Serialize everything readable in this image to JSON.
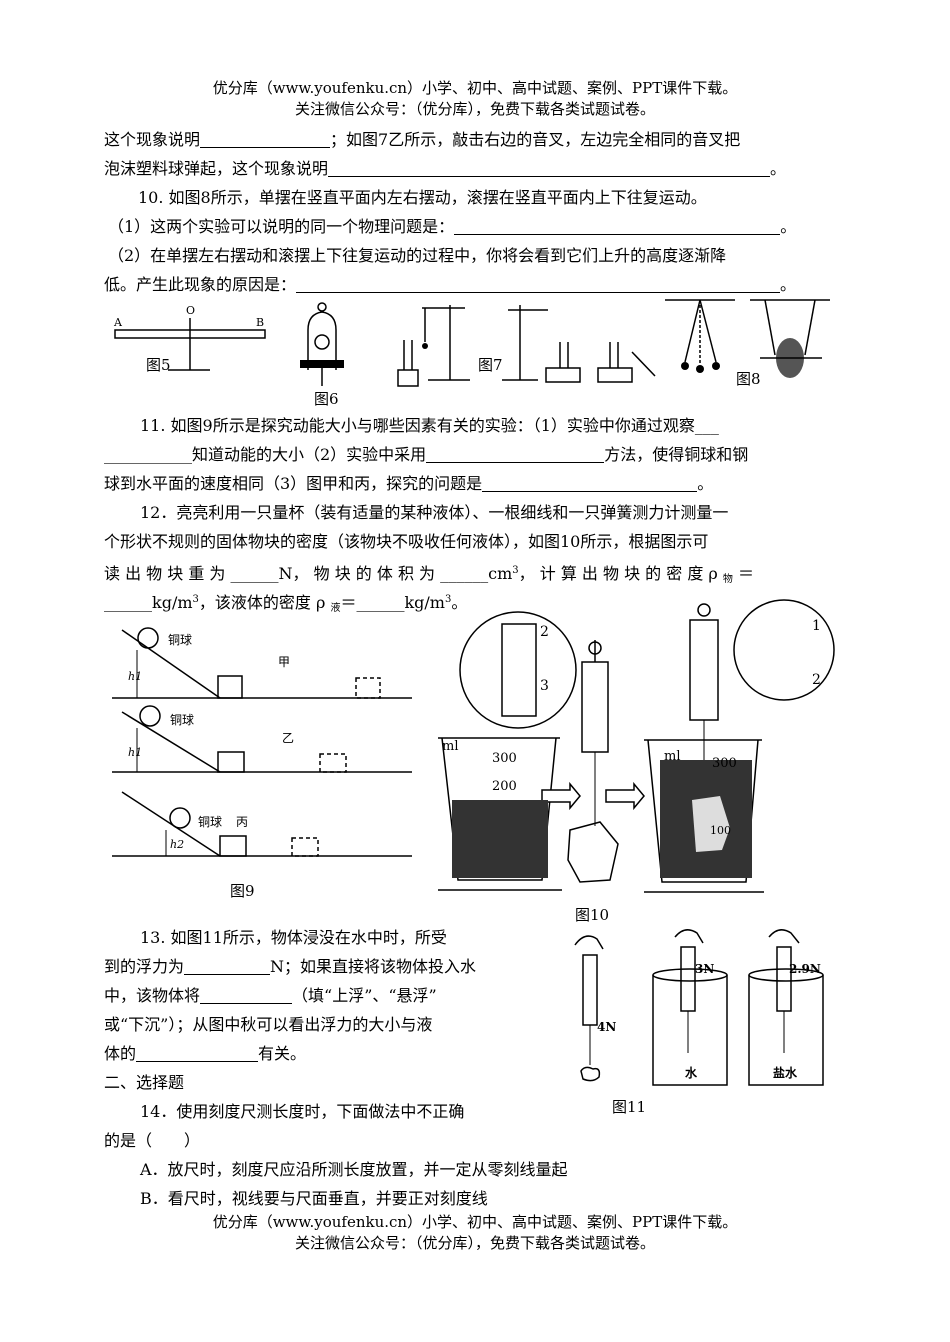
{
  "header": {
    "line1": "优分库（www.youfenku.cn）小学、初中、高中试题、案例、PPT课件下载。",
    "line2": "关注微信公众号：（优分库），免费下载各类试题试卷。"
  },
  "q9_cont": {
    "l1a": "这个现象说明",
    "l1b": "；如图7乙所示，敲击右边的音叉，左边完全相同的音叉把",
    "l2a": "泡沫塑料球弹起，这个现象说明",
    "l2b": "。"
  },
  "q10": {
    "l1": "10.  如图8所示，单摆在竖直平面内左右摆动，滚摆在竖直平面内上下往复运动。",
    "l2a": "（1）这两个实验可以说明的同一个物理问题是：",
    "l2b": "。",
    "l3": "（2）在单摆左右摆动和滚摆上下往复运动的过程中，你将会看到它们上升的高度逐渐降",
    "l4a": "低。产生此现象的原因是：",
    "l4b": "。"
  },
  "figs_row1": {
    "fig5": "图5",
    "fig6": "图6",
    "fig7": "图7",
    "fig8": "图8",
    "label_a": "A",
    "label_b": "B",
    "label_o": "O"
  },
  "q11": {
    "l1": "11.  如图9所示是探究动能大小与哪些因素有关的实验：（1）实验中你通过观察___",
    "l2a": "___________知道动能的大小（2）实验中采用",
    "l2b": "方法，使得铜球和钢",
    "l3a": "球到水平面的速度相同（3）图甲和丙，探究的问题是",
    "l3b": "。"
  },
  "q12": {
    "l1": "12．亮亮利用一只量杯（装有适量的某种液体）、一根细线和一只弹簧测力计测量一",
    "l2": "个形状不规则的固体物块的密度（该物块不吸收任何液体），如图10所示，根据图示可",
    "l3a": "读 出 物 块 重 为 ______N， 物 块 的 体 积 为 ______cm",
    "l3sup": "3",
    "l3b": "， 计 算 出 物 块 的 密 度  ρ ",
    "l3sub": "物",
    "l3c": " ＝",
    "l4a": "______kg/m",
    "l4sup": "3",
    "l4b": "，该液体的密度 ρ ",
    "l4sub": "液",
    "l4c": "＝______kg/m",
    "l4sup2": "3",
    "l4d": "。"
  },
  "fig9": {
    "caption": "图9",
    "ball": "铜球",
    "jia": "甲",
    "yi": "乙",
    "bing": "丙",
    "h1": "h1",
    "h2": "h2"
  },
  "fig10": {
    "caption": "图10",
    "unit": "ml",
    "v300": "300",
    "v200": "200",
    "v300b": "300",
    "v100": "100",
    "m2": "2",
    "m3": "3",
    "m1": "1",
    "m2b": "2"
  },
  "q13": {
    "l1": "13.  如图11所示，物体浸没在水中时，所受",
    "l2a": "到的浮力为",
    "l2b": "N；如果直接将该物体投入水",
    "l3a": "中，该物体将",
    "l3b": "（填“上浮”、“悬浮”",
    "l4": "或“下沉”）；从图中秋可以看出浮力的大小与液",
    "l5a": "体的",
    "l5b": "有关。"
  },
  "fig11": {
    "caption": "图11",
    "r1": "4N",
    "r2": "3N",
    "r3": "2.9N",
    "water": "水",
    "salt": "盐水"
  },
  "section2": "二、选择题",
  "q14": {
    "l1": "14．使用刻度尺测长度时，下面做法中不正确",
    "l2": "的是（　　）",
    "a": "A．放尺时，刻度尺应沿所测长度放置，并一定从零刻线量起",
    "b": "B．看尺时，视线要与尺面垂直，并要正对刻度线"
  },
  "footer": {
    "line1": "优分库（www.youfenku.cn）小学、初中、高中试题、案例、PPT课件下载。",
    "line2": "关注微信公众号：（优分库），免费下载各类试题试卷。"
  }
}
